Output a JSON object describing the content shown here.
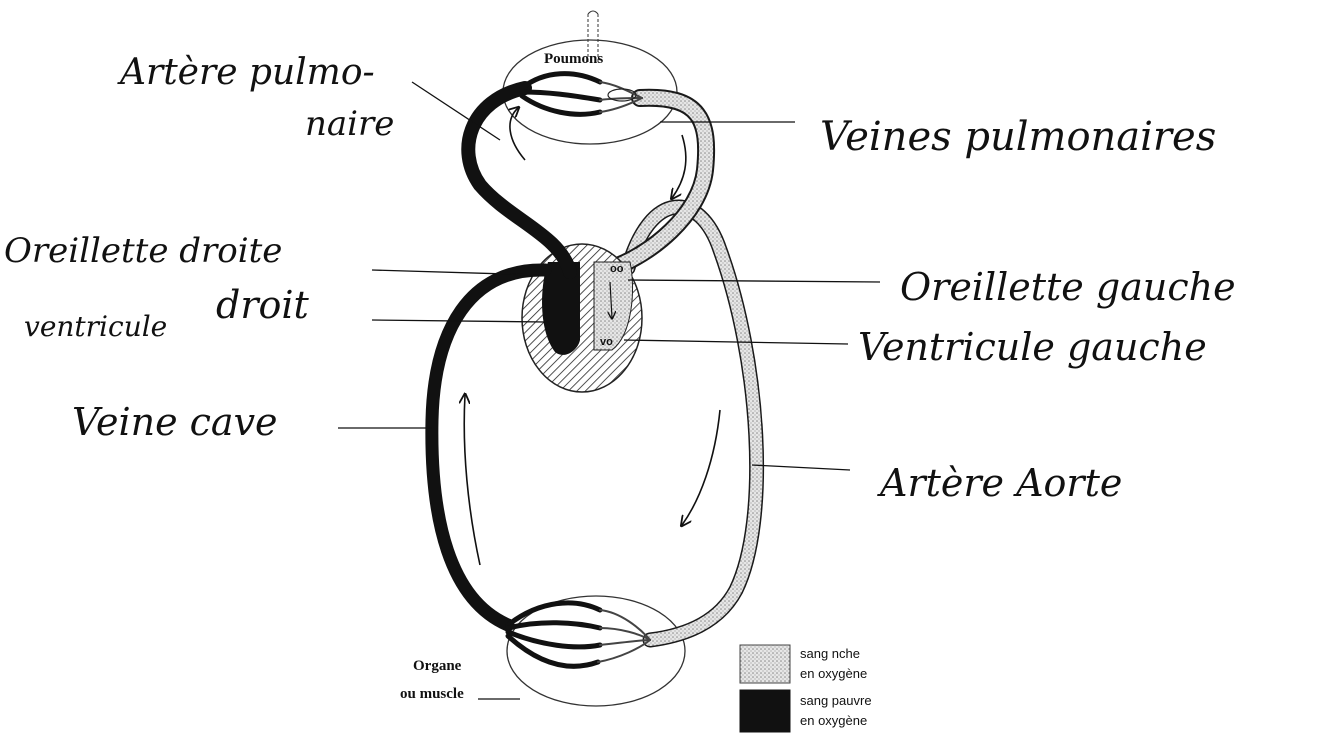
{
  "labels": {
    "poumons": "Poumons",
    "artere_pulmonaire_1": "Artère pulmo-",
    "artere_pulmonaire_2": "naire",
    "veines_pulmonaires": "Veines pulmonaires",
    "oreillette_droite": "Oreillette droite",
    "ventricule_droit_a": "ventricule",
    "ventricule_droit_b": "droit",
    "oreillette_gauche": "Oreillette gauche",
    "ventricule_gauche": "Ventricule gauche",
    "veine_cave": "Veine cave",
    "artere_aorte": "Artère Aorte",
    "organe_1": "Organe",
    "organe_2": "ou muscle"
  },
  "legend": {
    "rich_line1": "sang nche",
    "rich_line2": "en oxygène",
    "poor_line1": "sang pauvre",
    "poor_line2": "en oxygène"
  },
  "colors": {
    "poor_blood": "#111111",
    "rich_blood": "#d9d9d9",
    "outline": "#1a1a1a"
  }
}
